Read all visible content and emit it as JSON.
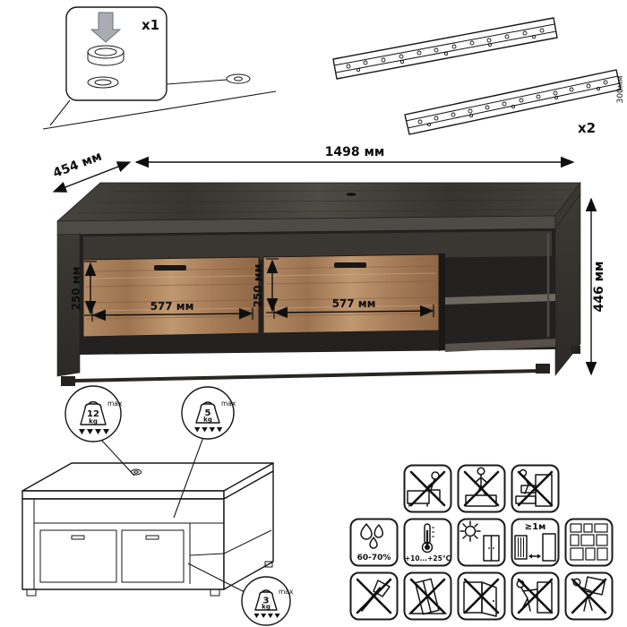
{
  "hardware": {
    "cap_qty": "x1",
    "rails_qty": "x2",
    "rail_length": "300мм"
  },
  "dimensions": {
    "width": "1498 мм",
    "depth": "454 мм",
    "height": "446 мм",
    "drawer1_height": "250 мм",
    "drawer1_width": "577 мм",
    "drawer2_height": "250 мм",
    "drawer2_width": "577 мм"
  },
  "load_limits": {
    "top": {
      "value": "12",
      "unit": "kg",
      "note": "max"
    },
    "shelf": {
      "value": "5",
      "unit": "kg",
      "note": "max"
    },
    "drawer": {
      "value": "3",
      "unit": "kg",
      "note": "max"
    }
  },
  "care": {
    "humidity": "60-70%",
    "temperature": "+10...+25°C",
    "min_distance": "≥1м"
  },
  "colors": {
    "dark_wood": "#3a3733",
    "light_wood": "#a87e5b",
    "line": "#161616"
  },
  "pictograms": [
    "no-sitting-on-top",
    "no-standing-on-top",
    "no-climbing-on-drawers",
    "humidity-60-70",
    "temperature-plus10-plus25",
    "avoid-direct-sunlight",
    "keep-1m-from-heat-source",
    "fittings-layout-scheme",
    "no-sharp-tools",
    "no-tilting",
    "no-hanging-on-open-door",
    "no-pushing-to-move",
    "no-carrying-alone"
  ]
}
